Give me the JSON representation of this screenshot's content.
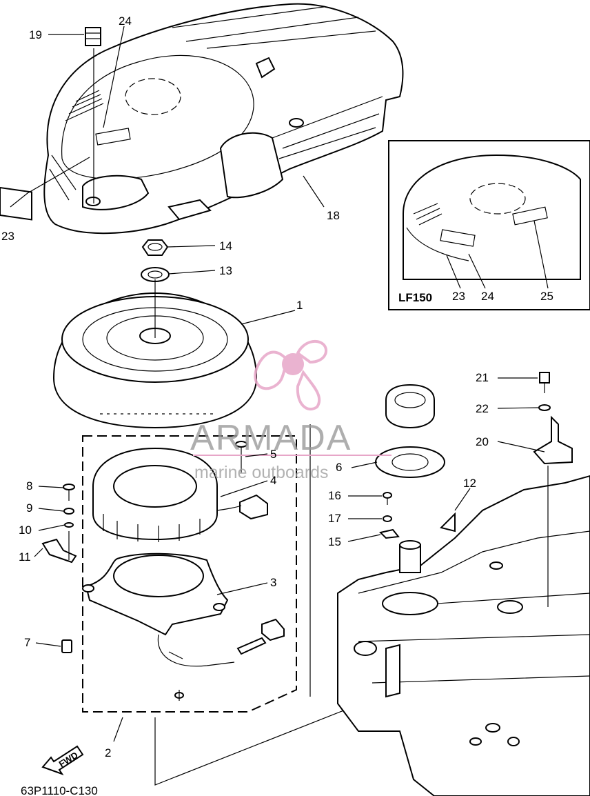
{
  "diagram": {
    "code": "63P1110-C130",
    "fwd_label": "FWD",
    "inset_label": "LF150",
    "watermark": {
      "brand": "ARMADA",
      "tagline": "marine outboards",
      "accent": "#e7a6c8",
      "text_color": "#9a9a9a"
    },
    "callouts": [
      {
        "id": "c1",
        "text": "1"
      },
      {
        "id": "c2",
        "text": "2"
      },
      {
        "id": "c3",
        "text": "3"
      },
      {
        "id": "c4",
        "text": "4"
      },
      {
        "id": "c5",
        "text": "5"
      },
      {
        "id": "c6",
        "text": "6"
      },
      {
        "id": "c7",
        "text": "7"
      },
      {
        "id": "c8",
        "text": "8"
      },
      {
        "id": "c9",
        "text": "9"
      },
      {
        "id": "c10",
        "text": "10"
      },
      {
        "id": "c11",
        "text": "11"
      },
      {
        "id": "c12",
        "text": "12"
      },
      {
        "id": "c13",
        "text": "13"
      },
      {
        "id": "c14",
        "text": "14"
      },
      {
        "id": "c15",
        "text": "15"
      },
      {
        "id": "c16",
        "text": "16"
      },
      {
        "id": "c17",
        "text": "17"
      },
      {
        "id": "c18",
        "text": "18"
      },
      {
        "id": "c19",
        "text": "19"
      },
      {
        "id": "c20",
        "text": "20"
      },
      {
        "id": "c21",
        "text": "21"
      },
      {
        "id": "c22",
        "text": "22"
      },
      {
        "id": "c23",
        "text": "23"
      },
      {
        "id": "c24",
        "text": "24"
      },
      {
        "id": "c23b",
        "text": "23"
      },
      {
        "id": "c24b",
        "text": "24"
      },
      {
        "id": "c25",
        "text": "25"
      }
    ]
  }
}
